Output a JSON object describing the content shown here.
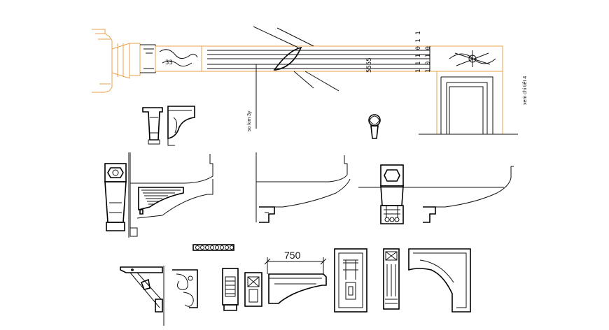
{
  "labels": {
    "cornice_note": "so kim 3y",
    "elevation_note": "xem chi tiết 4",
    "dim_top_a": "5555",
    "dim_top_b": "1 1 1 0 1 1",
    "dim_top_c": "1 0 1 0",
    "column_mark": "33",
    "dimension_750": "750"
  },
  "colors": {
    "line": "#111111",
    "column_outline": "#e8a04a"
  }
}
